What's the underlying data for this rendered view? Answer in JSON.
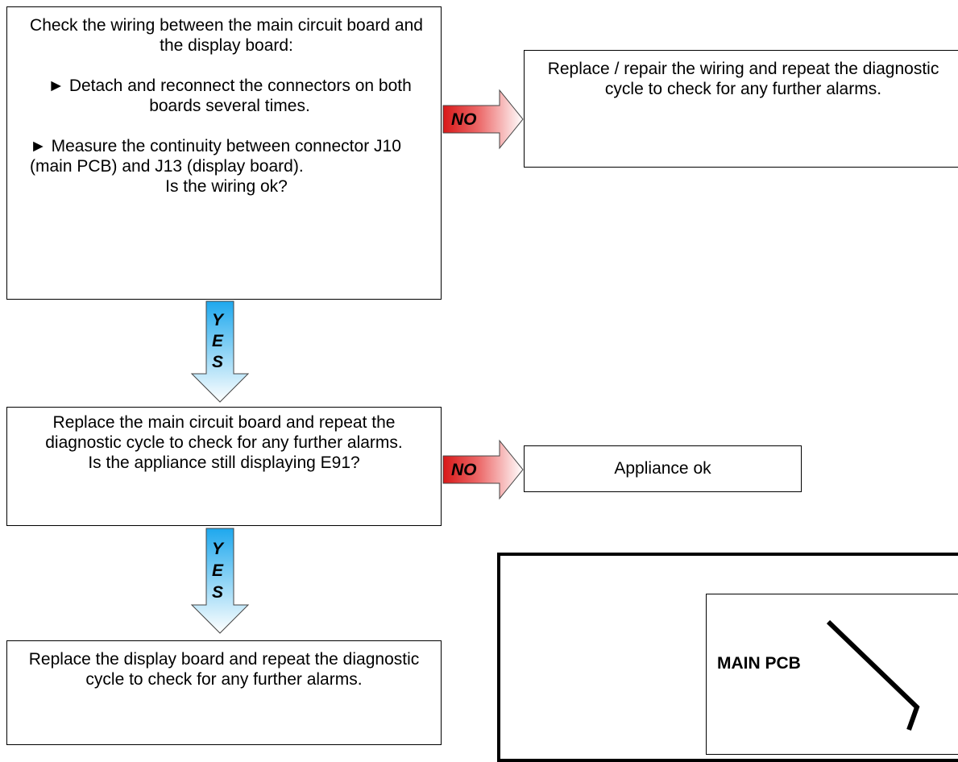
{
  "step1": {
    "line1": "Check the wiring between the main circuit board and the display board:",
    "bullet1": "► Detach and reconnect the connectors on both boards several times.",
    "bullet2": "► Measure the continuity between connector J10 (main PCB) and J13 (display board).",
    "question": "Is the wiring ok?"
  },
  "no_branch_1": {
    "label": "NO",
    "result": "Replace / repair the wiring and repeat the diagnostic cycle to check for any further alarms."
  },
  "yes_arrow_1": {
    "letters": [
      "Y",
      "E",
      "S"
    ]
  },
  "step2": {
    "text": "Replace the main circuit board and repeat the diagnostic cycle to check for any further alarms.",
    "question": "Is the appliance still displaying E91?"
  },
  "no_branch_2": {
    "label": "NO",
    "result": "Appliance ok"
  },
  "yes_arrow_2": {
    "letters": [
      "Y",
      "E",
      "S"
    ]
  },
  "step3": {
    "text": "Replace the display board and repeat the diagnostic cycle to check for any further alarms."
  },
  "pcb_diagram": {
    "label": "MAIN PCB"
  },
  "colors": {
    "no_arrow_fill_left": "#d81818",
    "no_arrow_fill_right": "#ffffff",
    "yes_arrow_fill_top": "#1ea8ee",
    "yes_arrow_fill_bottom": "#ffffff"
  }
}
